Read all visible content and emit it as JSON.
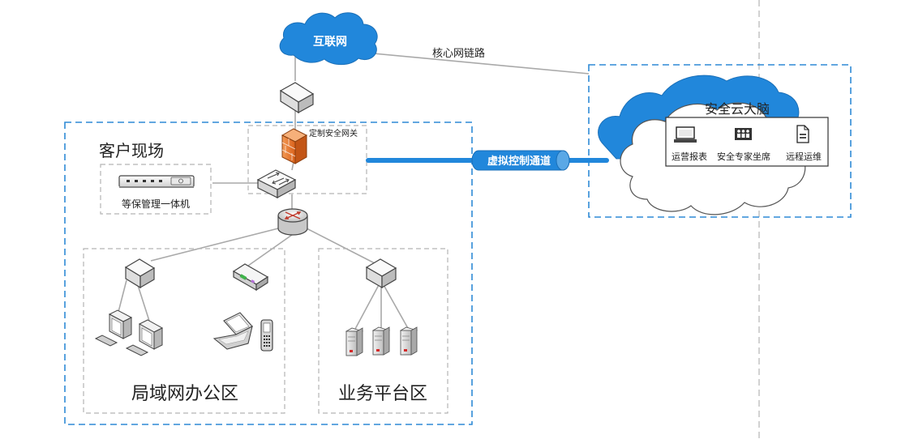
{
  "labels": {
    "internet": "互联网",
    "core_link": "核心网链路",
    "customer_site": "客户现场",
    "custom_gateway": "定制安全网关",
    "compliance_appliance": "等保管理一体机",
    "virtual_channel": "虚拟控制通道",
    "cloud_brain": "安全云大脑",
    "ops_report": "运营报表",
    "expert_seat": "安全专家坐席",
    "remote_ops": "远程运维",
    "lan_office": "局域网办公区",
    "business_platform": "业务平台区"
  },
  "colors": {
    "blue_dashed": "#2f8ad6",
    "gray_dashed": "#b5b5b5",
    "cloud_blue": "#2187db",
    "channel_blue": "#2187db",
    "firewall_orange": "#e8752a",
    "server_red": "#d42a2a"
  }
}
